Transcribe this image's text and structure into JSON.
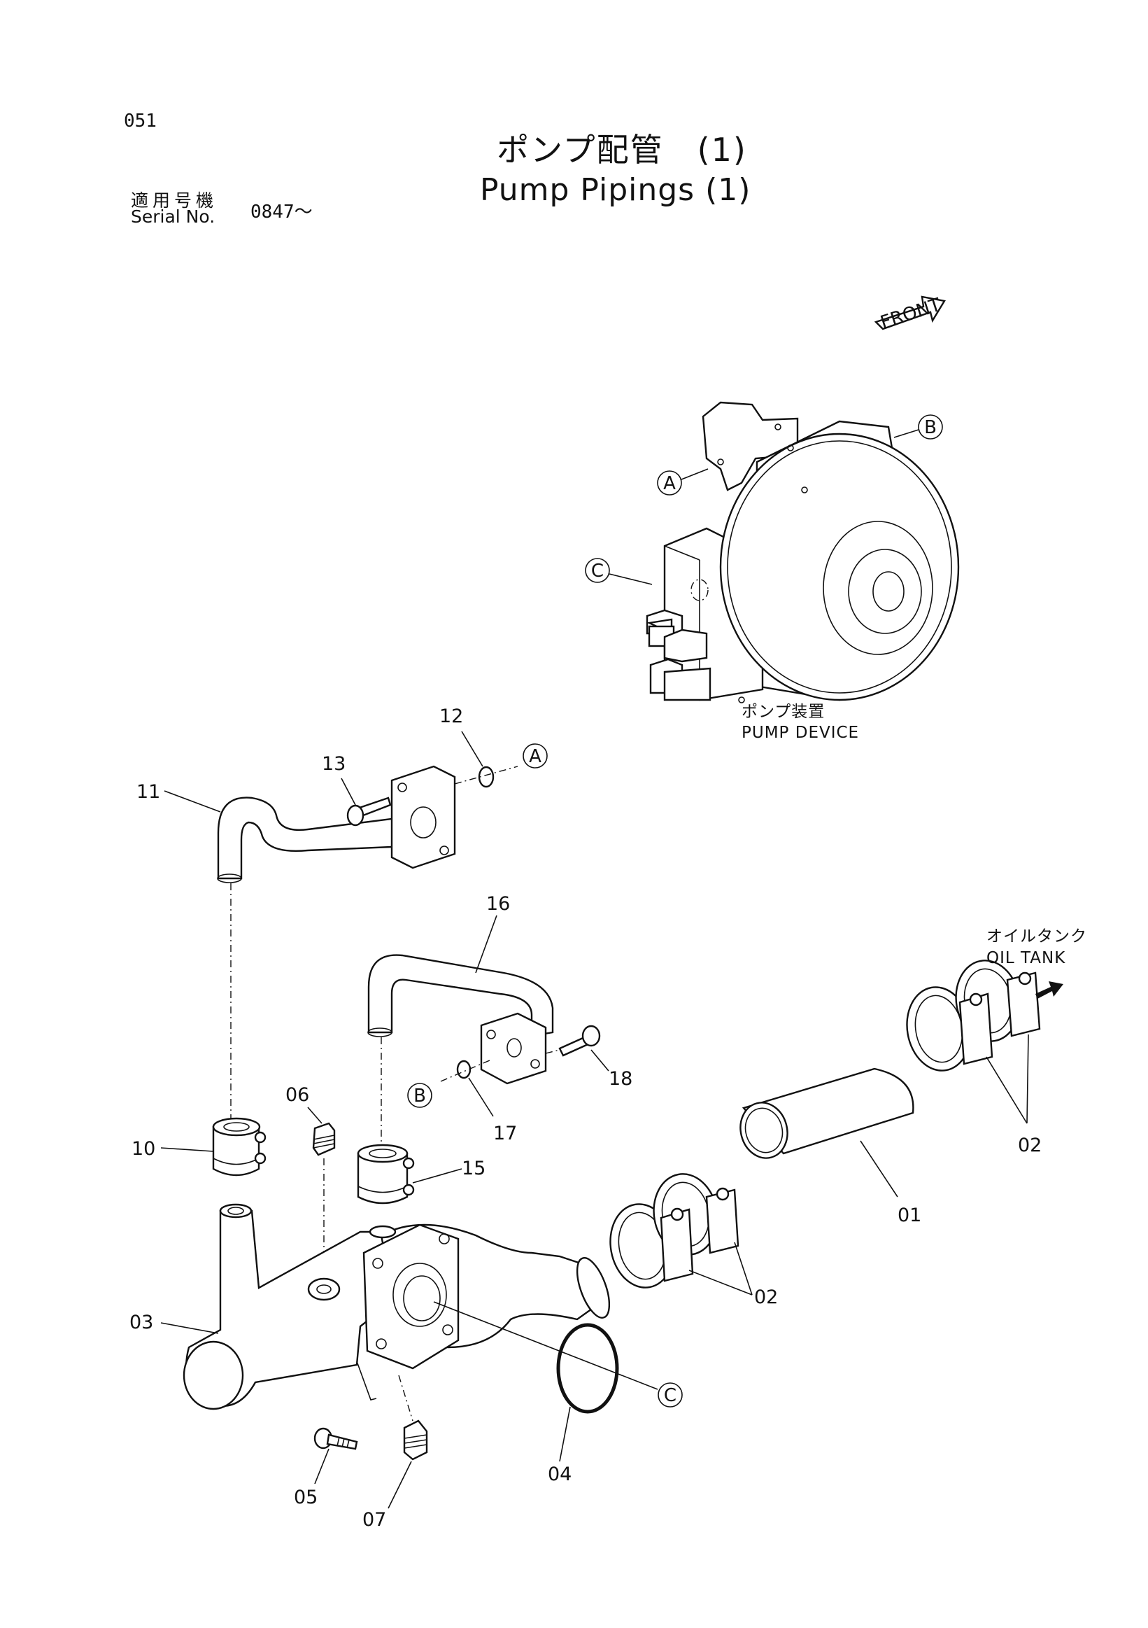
{
  "header": {
    "page_number": "051",
    "title_jp": "ポンプ配管　(1)",
    "title_en": "Pump Pipings (1)",
    "serial_label_jp": "適用号機",
    "serial_label_en": "Serial No.",
    "serial_value": "0847～"
  },
  "front_marker": "FRONT",
  "pump_device": {
    "label_jp": "ポンプ装置",
    "label_en": "PUMP DEVICE"
  },
  "oil_tank": {
    "label_jp": "オイルタンク",
    "label_en": "OIL TANK"
  },
  "reference_points": [
    "A",
    "B",
    "C"
  ],
  "callouts": {
    "p01": "01",
    "p02a": "02",
    "p02b": "02",
    "p03": "03",
    "p04": "04",
    "p05": "05",
    "p06": "06",
    "p07": "07",
    "p10": "10",
    "p11": "11",
    "p12": "12",
    "p13": "13",
    "p15": "15",
    "p16": "16",
    "p17": "17",
    "p18": "18"
  }
}
